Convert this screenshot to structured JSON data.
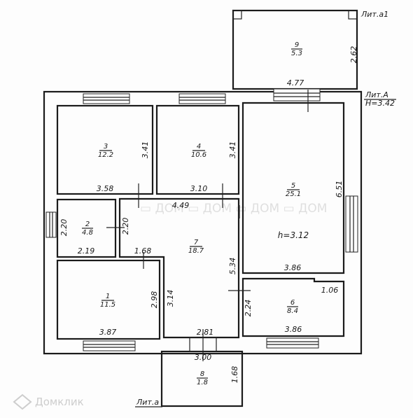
{
  "labels": {
    "lit_a1": "Лит.а1",
    "lit_A": "Лит.А",
    "height_main": "H=3.42",
    "room_height": "h=3.12",
    "lit_a": "Лит.а"
  },
  "rooms": [
    {
      "num": "1",
      "area": "11.5"
    },
    {
      "num": "2",
      "area": "4.8"
    },
    {
      "num": "3",
      "area": "12.2"
    },
    {
      "num": "4",
      "area": "10.6"
    },
    {
      "num": "5",
      "area": "25.1"
    },
    {
      "num": "6",
      "area": "8.4"
    },
    {
      "num": "7",
      "area": "18.7"
    },
    {
      "num": "8",
      "area": "1.8"
    },
    {
      "num": "9",
      "area": "5.3"
    }
  ],
  "dimensions": {
    "d_262": "2.62",
    "d_477": "4.77",
    "d_341a": "3.41",
    "d_341b": "3.41",
    "d_358": "3.58",
    "d_310": "3.10",
    "d_651": "6.51",
    "d_449": "4.49",
    "d_220a": "2.20",
    "d_220b": "2.20",
    "d_219": "2.19",
    "d_168a": "1.68",
    "d_534": "5.34",
    "d_386a": "3.86",
    "d_298": "2.98",
    "d_314": "3.14",
    "d_106": "1.06",
    "d_224": "2.24",
    "d_387": "3.87",
    "d_281": "2.81",
    "d_386b": "3.86",
    "d_300": "3.00",
    "d_168b": "1.68"
  },
  "watermark": "Домклик"
}
